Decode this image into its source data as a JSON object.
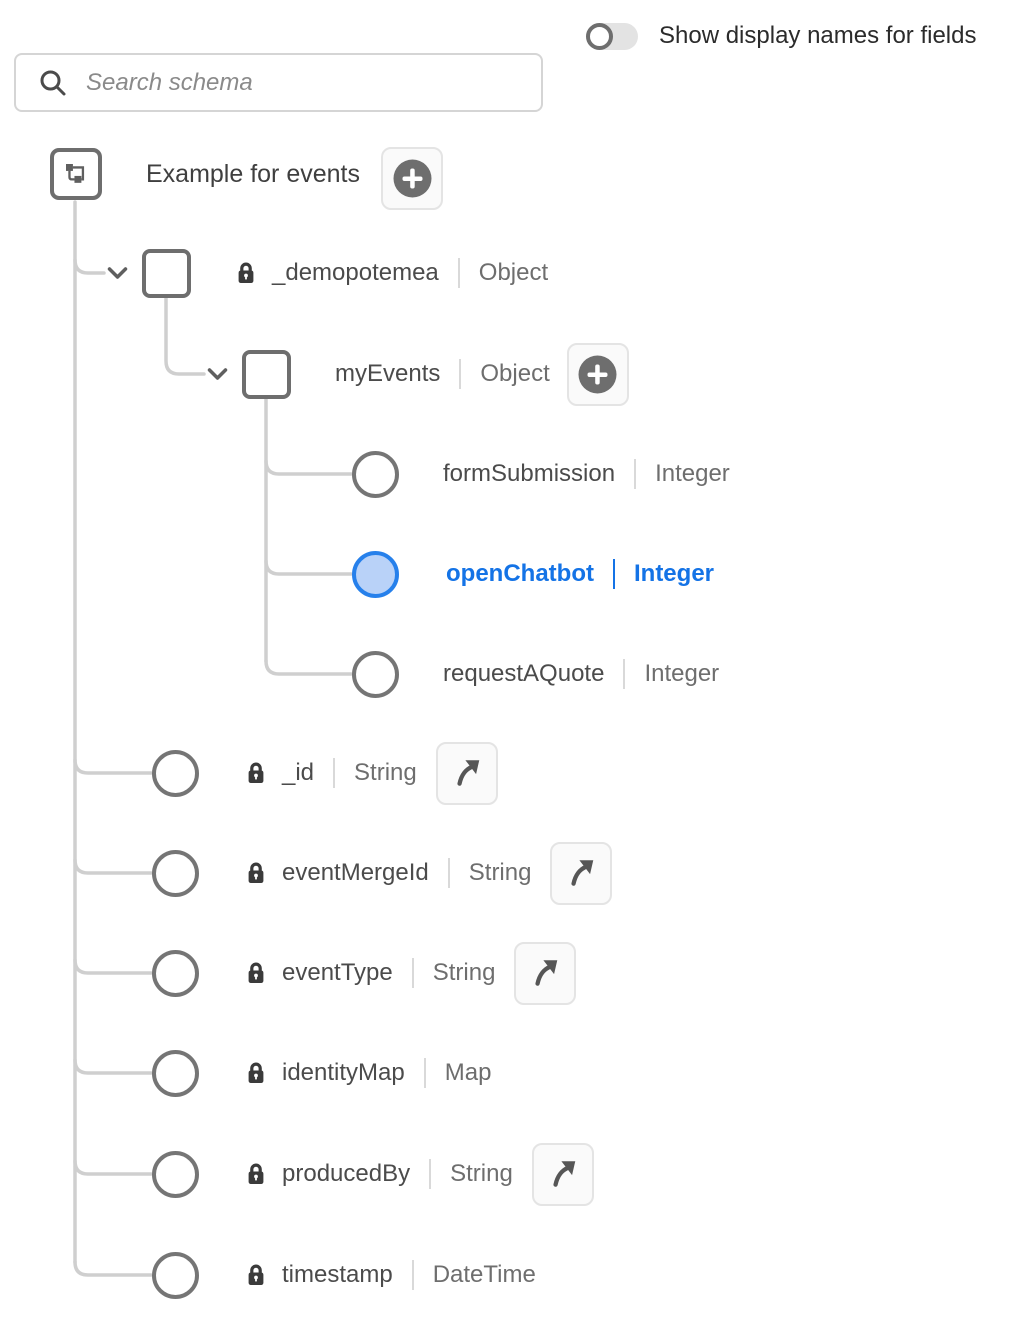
{
  "header": {
    "toggle": {
      "label": "Show display names for fields",
      "state": "off"
    },
    "search": {
      "placeholder": "Search schema"
    }
  },
  "schema": {
    "title": "Example for events",
    "nodes": [
      {
        "name": "_demopotemea",
        "type": "Object",
        "locked": true,
        "kind": "object",
        "expanded": true
      },
      {
        "name": "myEvents",
        "type": "Object",
        "locked": false,
        "kind": "object",
        "expanded": true,
        "has_add_button": true
      },
      {
        "name": "formSubmission",
        "type": "Integer",
        "locked": false,
        "kind": "leaf"
      },
      {
        "name": "openChatbot",
        "type": "Integer",
        "locked": false,
        "kind": "leaf",
        "selected": true
      },
      {
        "name": "requestAQuote",
        "type": "Integer",
        "locked": false,
        "kind": "leaf"
      },
      {
        "name": "_id",
        "type": "String",
        "locked": true,
        "kind": "leaf",
        "has_reference_button": true
      },
      {
        "name": "eventMergeId",
        "type": "String",
        "locked": true,
        "kind": "leaf",
        "has_reference_button": true
      },
      {
        "name": "eventType",
        "type": "String",
        "locked": true,
        "kind": "leaf",
        "has_reference_button": true
      },
      {
        "name": "identityMap",
        "type": "Map",
        "locked": true,
        "kind": "leaf"
      },
      {
        "name": "producedBy",
        "type": "String",
        "locked": true,
        "kind": "leaf",
        "has_reference_button": true
      },
      {
        "name": "timestamp",
        "type": "DateTime",
        "locked": true,
        "kind": "leaf"
      }
    ]
  },
  "colors": {
    "accent_text": "#1473e6",
    "selected_node_border": "#2680eb",
    "selected_node_fill": "#b9d2f8",
    "node_border": "#6e6e6e",
    "connector": "#cfcfcf"
  }
}
